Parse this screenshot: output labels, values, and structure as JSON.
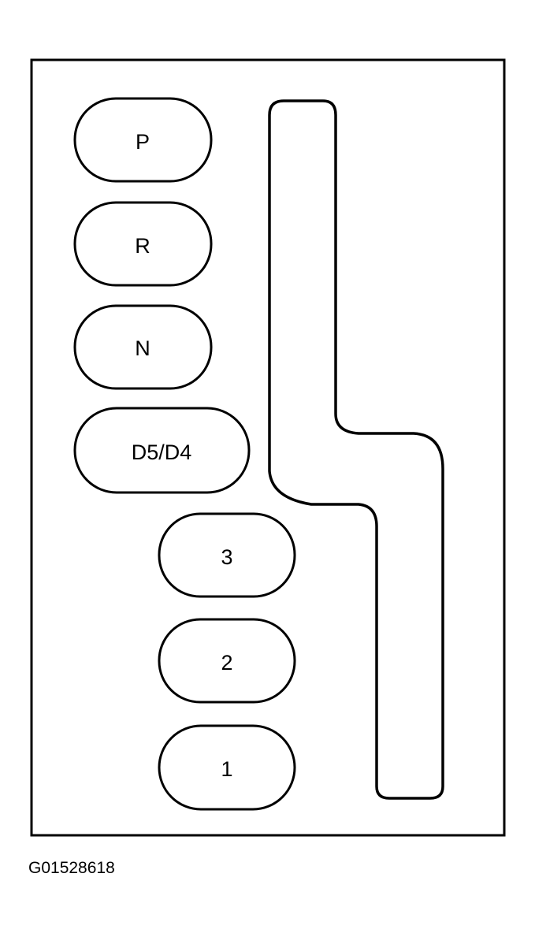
{
  "diagram": {
    "positions": [
      {
        "id": "p",
        "label": "P"
      },
      {
        "id": "r",
        "label": "R"
      },
      {
        "id": "n",
        "label": "N"
      },
      {
        "id": "d5d4",
        "label": "D5/D4"
      },
      {
        "id": "3",
        "label": "3"
      },
      {
        "id": "2",
        "label": "2"
      },
      {
        "id": "1",
        "label": "1"
      }
    ],
    "figure_id": "G01528618",
    "colors": {
      "stroke": "#000000",
      "background": "#ffffff"
    }
  }
}
